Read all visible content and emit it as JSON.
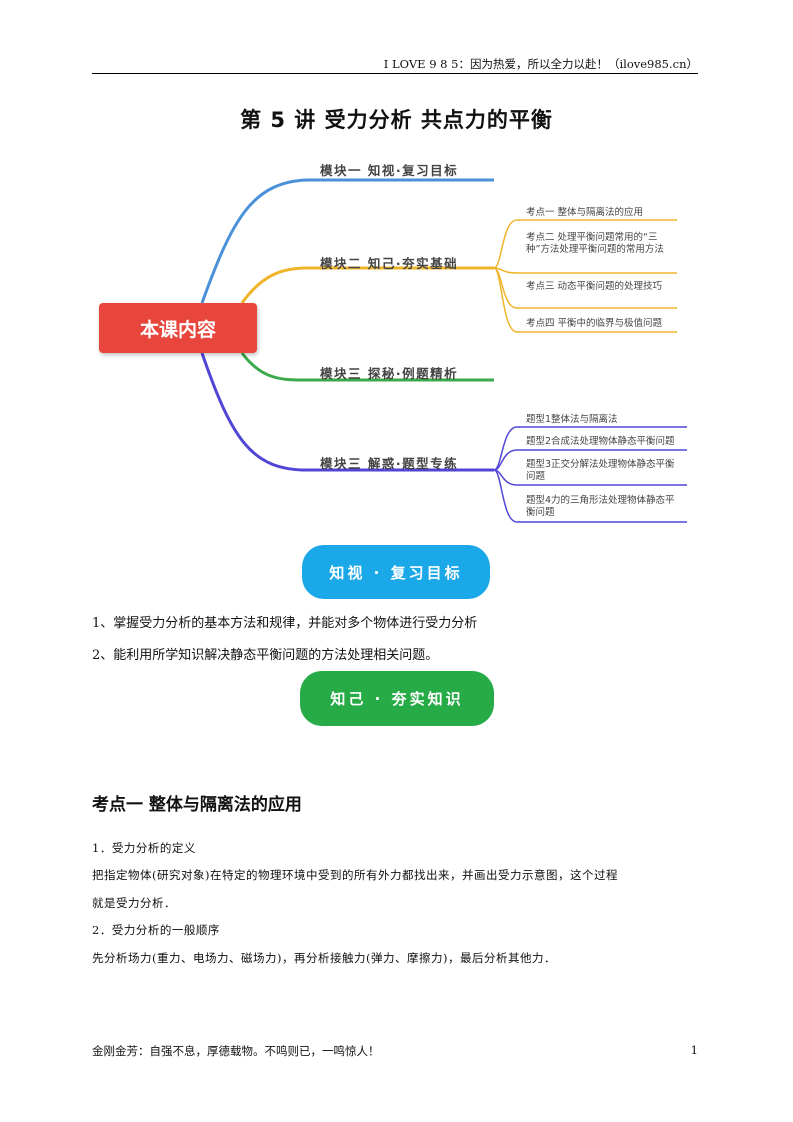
{
  "header": {
    "text": "I LOVE 9 8 5：因为热爱，所以全力以赴！（ilove985.cn）"
  },
  "title": "第 5 讲    受力分析  共点力的平衡",
  "mindmap": {
    "center": "本课内容",
    "branches": [
      {
        "label": "模块一  知视·复习目标",
        "color": "#4a90d9"
      },
      {
        "label": "模块二  知己·夯实基础",
        "color": "#f0b429",
        "children": [
          {
            "label": "考点一    整体与隔离法的应用"
          },
          {
            "label": "考点二    处理平衡问题常用的“三种”方法处理平衡问题的常用方法"
          },
          {
            "label": "考点三    动态平衡问题的处理技巧"
          },
          {
            "label": "考点四    平衡中的临界与极值问题"
          }
        ]
      },
      {
        "label": "模块三  探秘·例题精析",
        "color": "#3aaa4a"
      },
      {
        "label": "模块三  解惑·题型专练",
        "color": "#5046d6",
        "children": [
          {
            "label": "题型1整体法与隔离法"
          },
          {
            "label": "题型2合成法处理物体静态平衡问题"
          },
          {
            "label": "题型3正交分解法处理物体静态平衡问题"
          },
          {
            "label": "题型4力的三角形法处理物体静态平衡问题"
          }
        ]
      }
    ]
  },
  "pills": {
    "blue": "知视 · 复习目标",
    "green": "知己 · 夯实知识"
  },
  "objectives": [
    "1、掌握受力分析的基本方法和规律，并能对多个物体进行受力分析",
    "2、能利用所学知识解决静态平衡问题的方法处理相关问题。"
  ],
  "section": {
    "heading": "考点一    整体与隔离法的应用"
  },
  "body": [
    "1．受力分析的定义",
    "把指定物体(研究对象)在特定的物理环境中受到的所有外力都找出来，并画出受力示意图，这个过程",
    "就是受力分析．",
    "2．受力分析的一般顺序",
    "先分析场力(重力、电场力、磁场力)，再分析接触力(弹力、摩擦力)，最后分析其他力．"
  ],
  "footer": {
    "text": "金刚金芳：自强不息，厚德载物。不鸣则已，一鸣惊人！",
    "page": "1"
  }
}
